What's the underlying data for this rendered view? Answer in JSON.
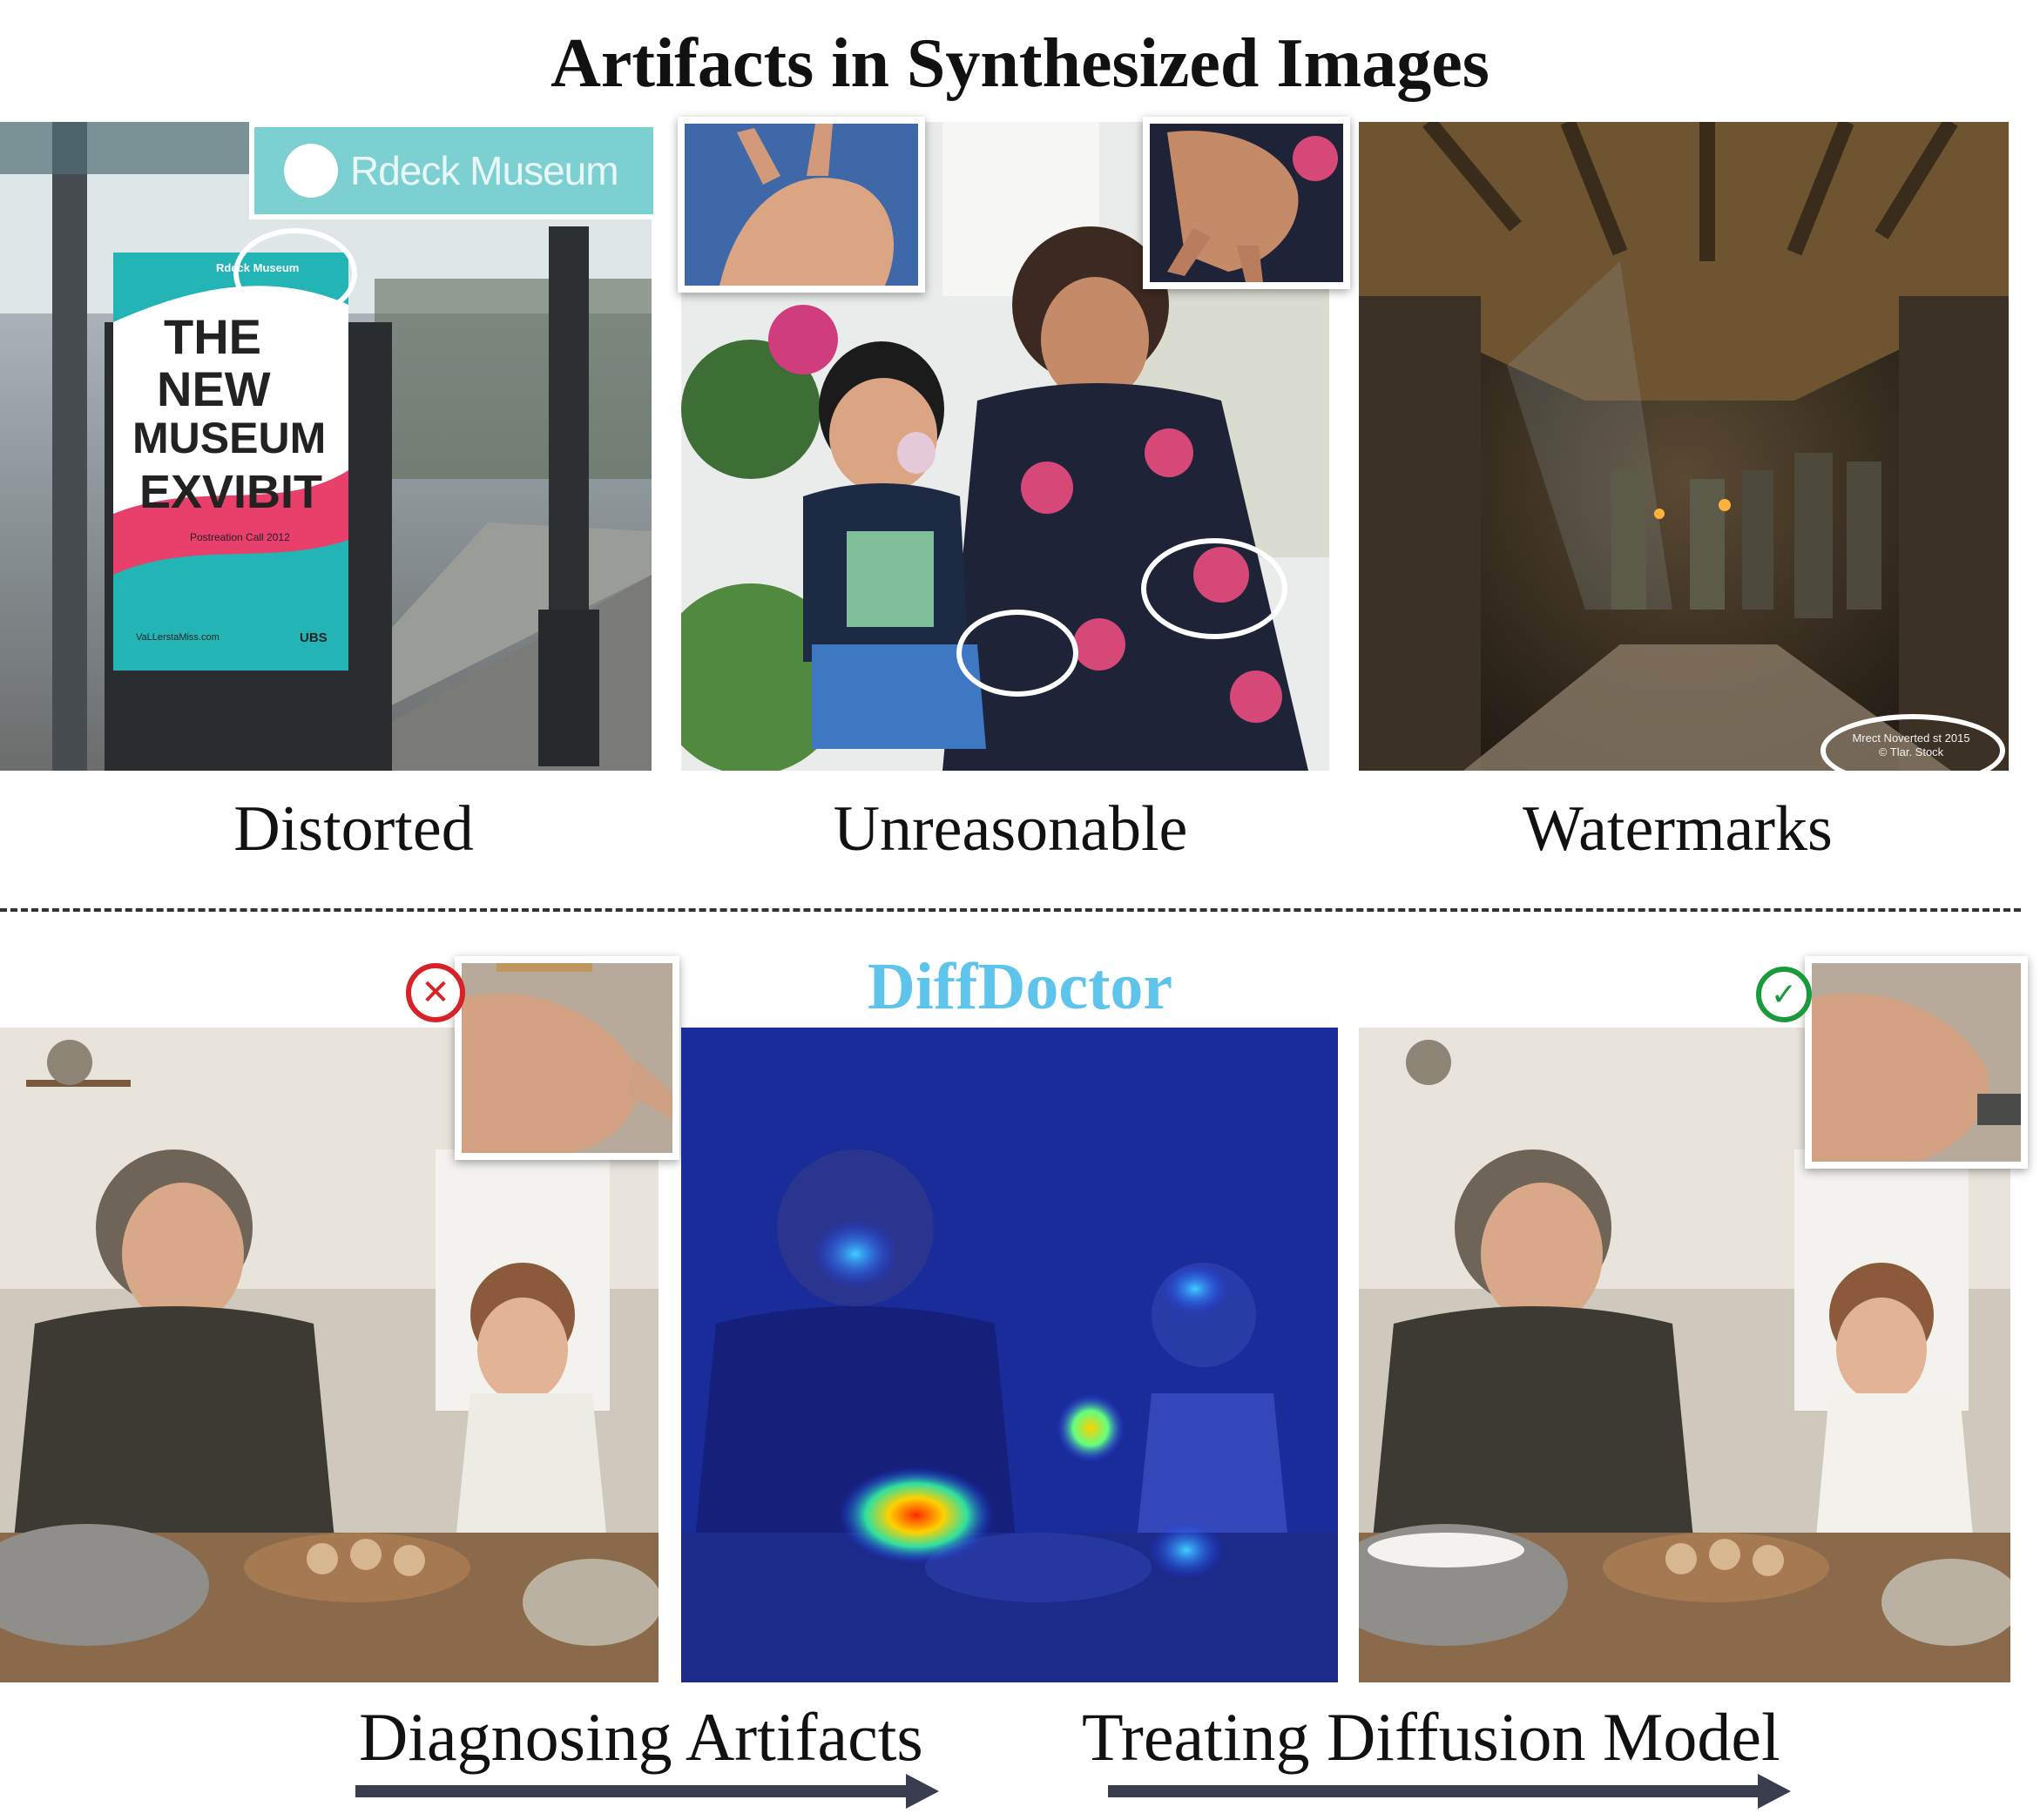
{
  "title": "Artifacts in Synthesized Images",
  "top_row": {
    "captions": [
      "Distorted",
      "Unreasonable",
      "Watermarks"
    ],
    "distorted": {
      "banner_text": "Rdeck Museum",
      "logo_text": "Rdeck Museum",
      "poster_lines": [
        "THE",
        "NEW",
        "MUSEUM",
        "EXVIBIT"
      ],
      "poster_sub": "Postreation Call 2012",
      "poster_footer_left": "VaLLerstaMiss.com",
      "poster_footer_right": "UBS"
    },
    "watermarks": {
      "watermark_line1": "Mrect Noverted st 2015",
      "watermark_line2": "© Tlar. Stock"
    }
  },
  "bottom_row": {
    "label": "DiffDoctor",
    "left_caption": "Diagnosing Artifacts",
    "right_caption": "Treating Diffusion Model",
    "bad_badge_icon": "x-circle-icon",
    "good_badge_icon": "check-circle-icon",
    "colors": {
      "label": "#5ec4ec",
      "bad": "#d8222a",
      "good": "#1a9a3c",
      "arrow": "#3a3d4e"
    }
  }
}
